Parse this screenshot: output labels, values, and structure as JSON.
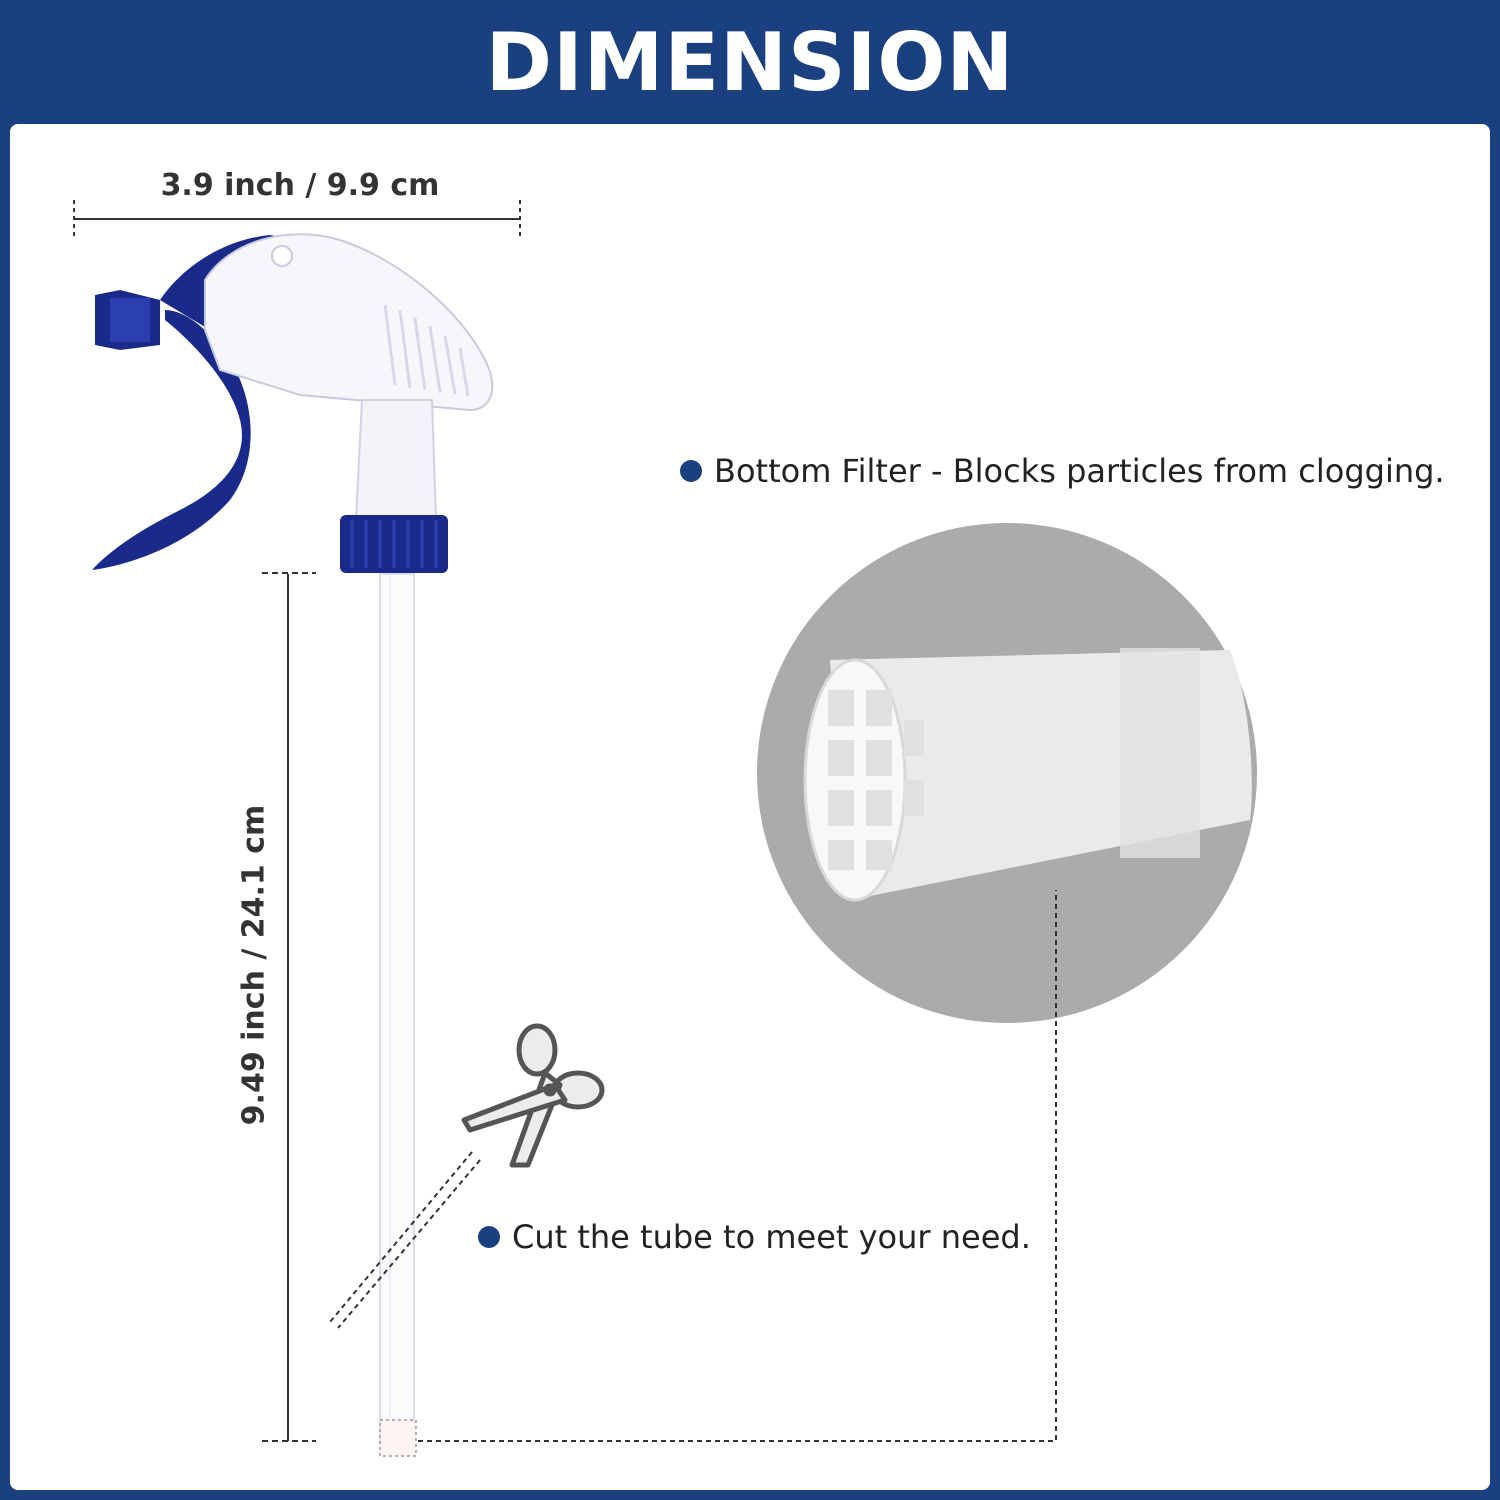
{
  "header": {
    "title": "DIMENSION"
  },
  "dimensions": {
    "width_label": "3.9 inch / 9.9 cm",
    "height_label": "9.49 inch / 24.1 cm"
  },
  "callouts": {
    "filter": "Bottom Filter - Blocks particles from clogging.",
    "cut": "Cut the tube to meet your need."
  },
  "icons": [
    "trigger-sprayer-icon",
    "scissors-icon",
    "filter-magnifier-icon"
  ],
  "colors": {
    "brand_blue": "#1a4080",
    "sprayer_navy": "#1a2a8a",
    "white": "#ffffff",
    "magnifier_gray": "#ababab"
  }
}
